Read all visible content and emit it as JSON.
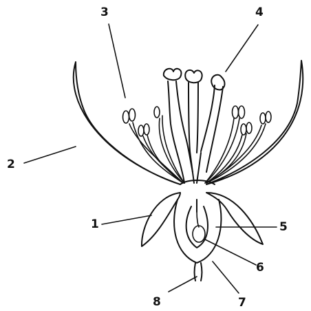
{
  "diagram": {
    "labels": [
      {
        "id": "1",
        "text": "1"
      },
      {
        "id": "2",
        "text": "2"
      },
      {
        "id": "3",
        "text": "3"
      },
      {
        "id": "4",
        "text": "4"
      },
      {
        "id": "5",
        "text": "5"
      },
      {
        "id": "6",
        "text": "6"
      },
      {
        "id": "7",
        "text": "7"
      },
      {
        "id": "8",
        "text": "8"
      }
    ],
    "line_color": "#111111",
    "background": "#ffffff"
  }
}
